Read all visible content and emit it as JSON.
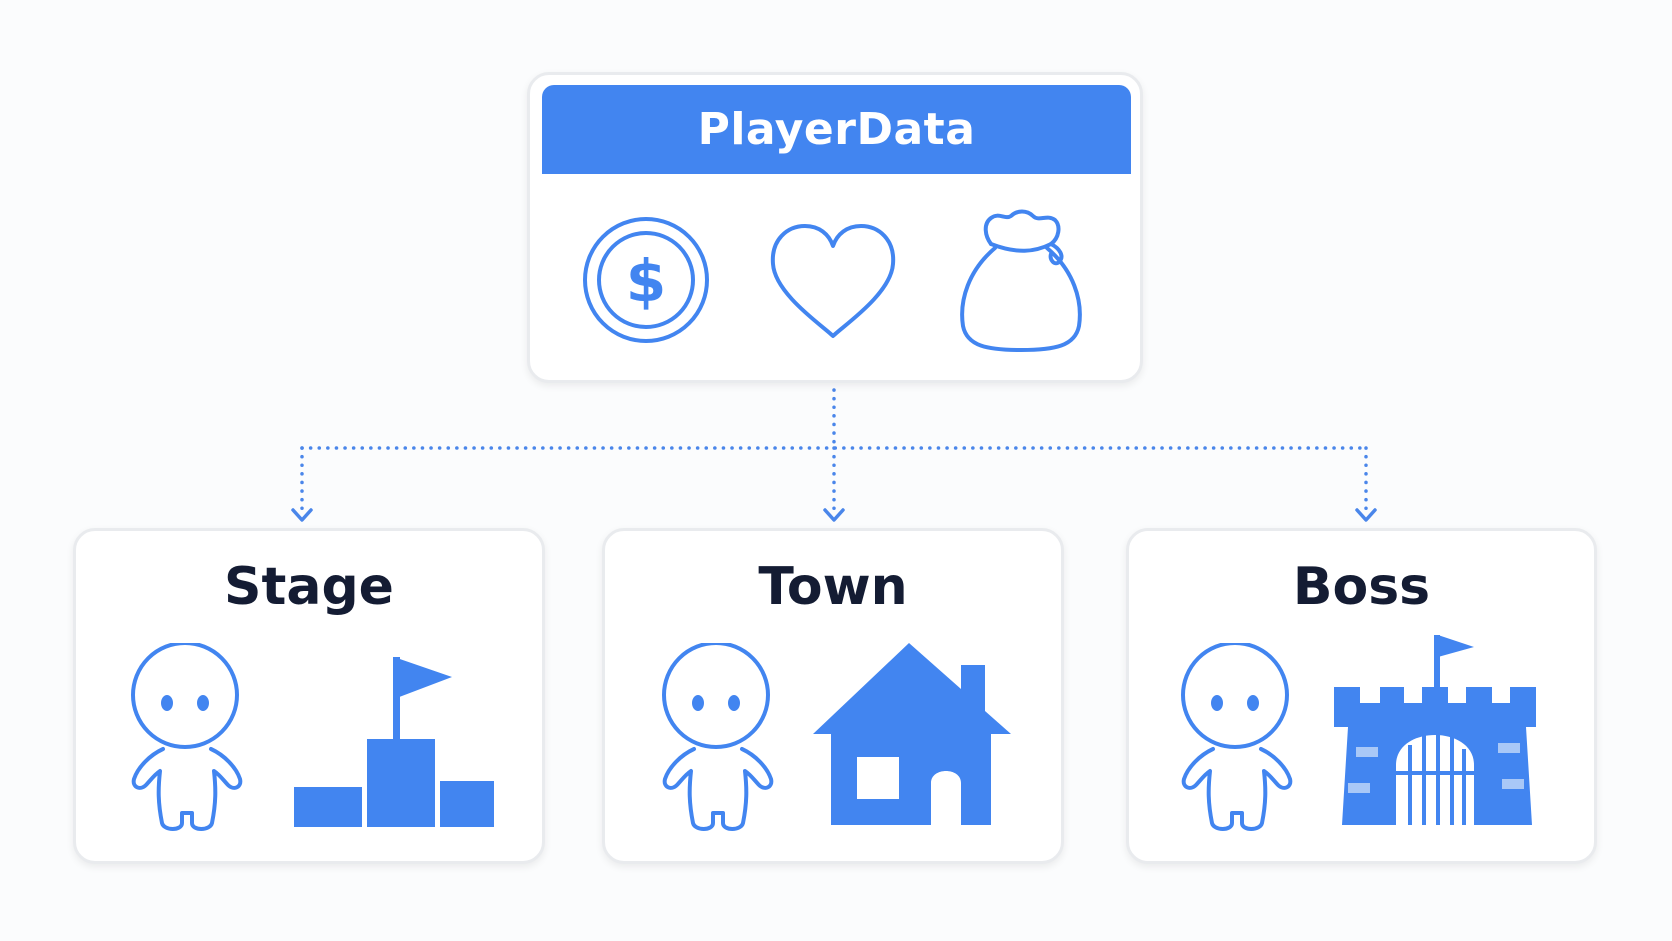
{
  "colors": {
    "accent": "#4285f0",
    "title_text": "#141c33",
    "card_border": "#e9ebee",
    "background": "#fbfcfd"
  },
  "player_data": {
    "title": "PlayerData",
    "icons": [
      "coin-icon",
      "heart-icon",
      "money-bag-icon"
    ]
  },
  "scenes": [
    {
      "title": "Stage",
      "icons": [
        "character-icon",
        "podium-flag-icon"
      ]
    },
    {
      "title": "Town",
      "icons": [
        "character-icon",
        "house-icon"
      ]
    },
    {
      "title": "Boss",
      "icons": [
        "character-icon",
        "castle-icon"
      ]
    }
  ]
}
